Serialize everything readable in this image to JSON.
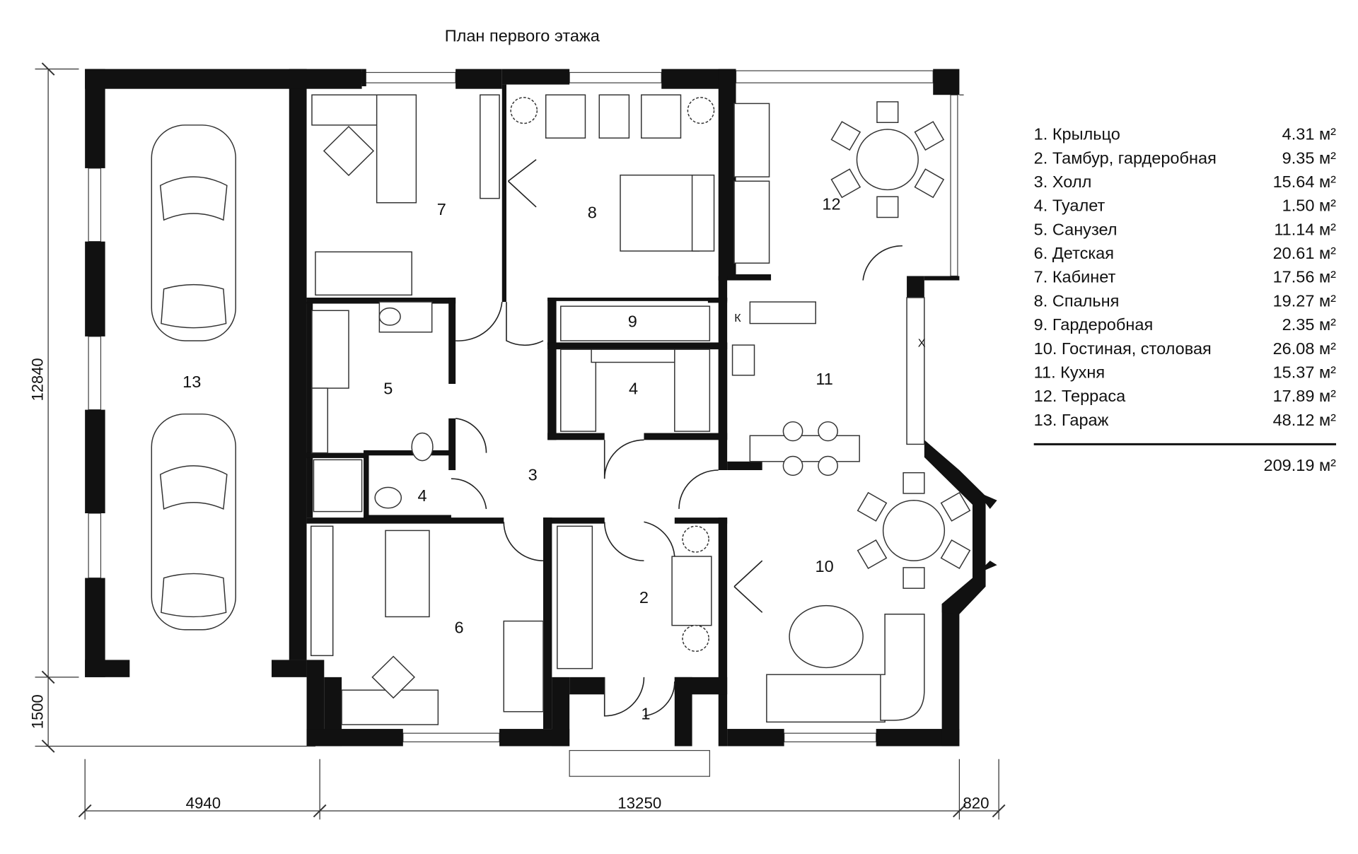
{
  "title": "План первого этажа",
  "dimensions": {
    "height_total": "12840",
    "height_porch": "1500",
    "width_garage": "4940",
    "width_house": "13250",
    "width_bay": "820"
  },
  "rooms": [
    "1",
    "2",
    "3",
    "4",
    "4",
    "5",
    "6",
    "7",
    "8",
    "9",
    "10",
    "11",
    "12",
    "13"
  ],
  "fixture_marks": {
    "stove": "К",
    "fridge": "Х"
  },
  "legend": [
    {
      "name": "1. Крыльцо",
      "area": "4.31 м²"
    },
    {
      "name": "2. Тамбур, гардеробная",
      "area": "9.35 м²"
    },
    {
      "name": "3. Холл",
      "area": "15.64 м²"
    },
    {
      "name": "4. Туалет",
      "area": "1.50 м²"
    },
    {
      "name": "5. Санузел",
      "area": "11.14 м²"
    },
    {
      "name": "6. Детская",
      "area": "20.61 м²"
    },
    {
      "name": "7. Кабинет",
      "area": "17.56 м²"
    },
    {
      "name": "8. Спальня",
      "area": "19.27 м²"
    },
    {
      "name": "9. Гардеробная",
      "area": "2.35 м²"
    },
    {
      "name": "10. Гостиная, столовая",
      "area": "26.08 м²"
    },
    {
      "name": "11. Кухня",
      "area": "15.37 м²"
    },
    {
      "name": "12. Терраса",
      "area": "17.89 м²"
    },
    {
      "name": "13. Гараж",
      "area": "48.12 м²"
    }
  ],
  "total_area": "209.19 м²"
}
